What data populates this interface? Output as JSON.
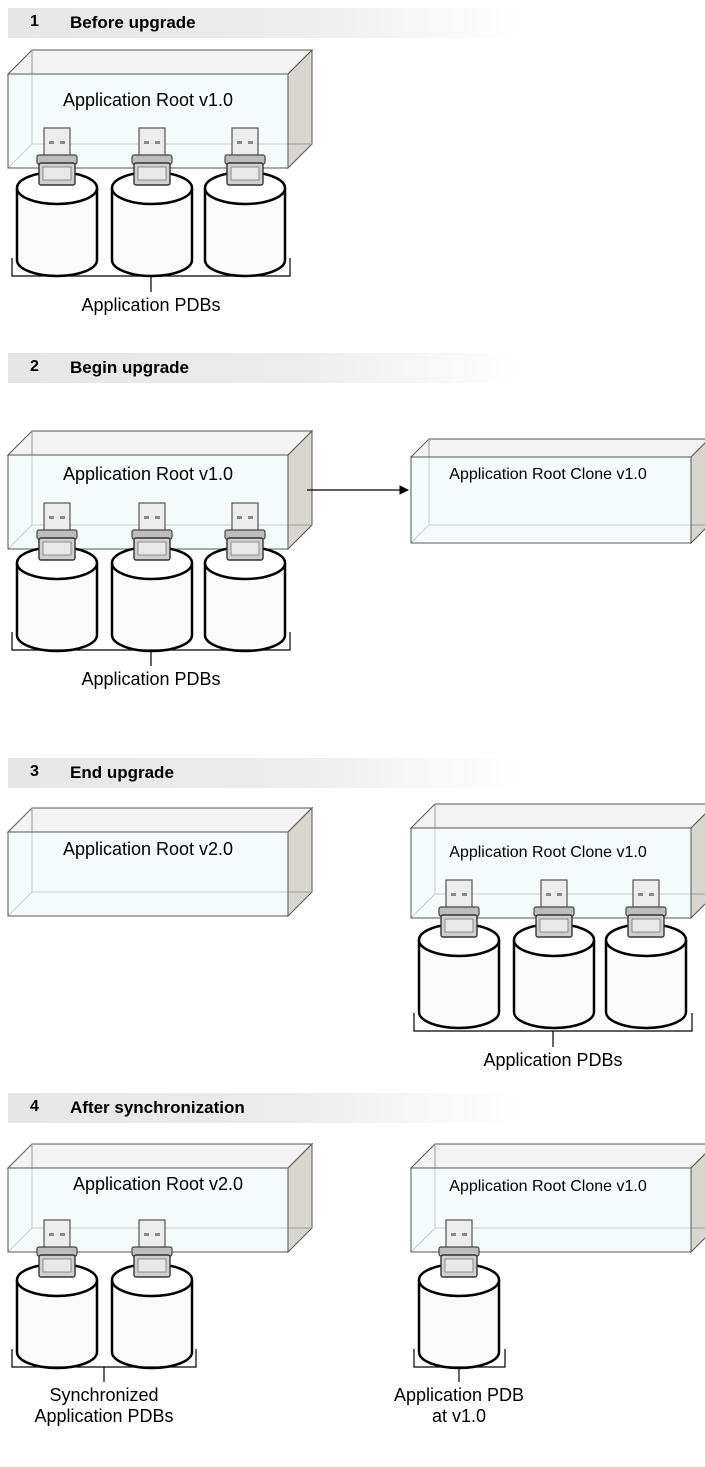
{
  "steps": [
    {
      "number": "1",
      "title": "Before upgrade"
    },
    {
      "number": "2",
      "title": "Begin upgrade"
    },
    {
      "number": "3",
      "title": "End upgrade"
    },
    {
      "number": "4",
      "title": "After synchronization"
    }
  ],
  "step1": {
    "root_label": "Application Root v1.0",
    "pdbs_label": "Application PDBs"
  },
  "step2": {
    "root_label": "Application Root v1.0",
    "clone_label": "Application Root Clone v1.0",
    "pdbs_label": "Application PDBs"
  },
  "step3": {
    "root_label": "Application Root v2.0",
    "clone_label": "Application Root Clone v1.0",
    "pdbs_label": "Application PDBs"
  },
  "step4": {
    "root_label": "Application Root v2.0",
    "clone_label": "Application Root Clone v1.0",
    "synced_label_line1": "Synchronized",
    "synced_label_line2": "Application PDBs",
    "clone_pdb_label_line1": "Application PDB",
    "clone_pdb_label_line2": "at v1.0"
  }
}
